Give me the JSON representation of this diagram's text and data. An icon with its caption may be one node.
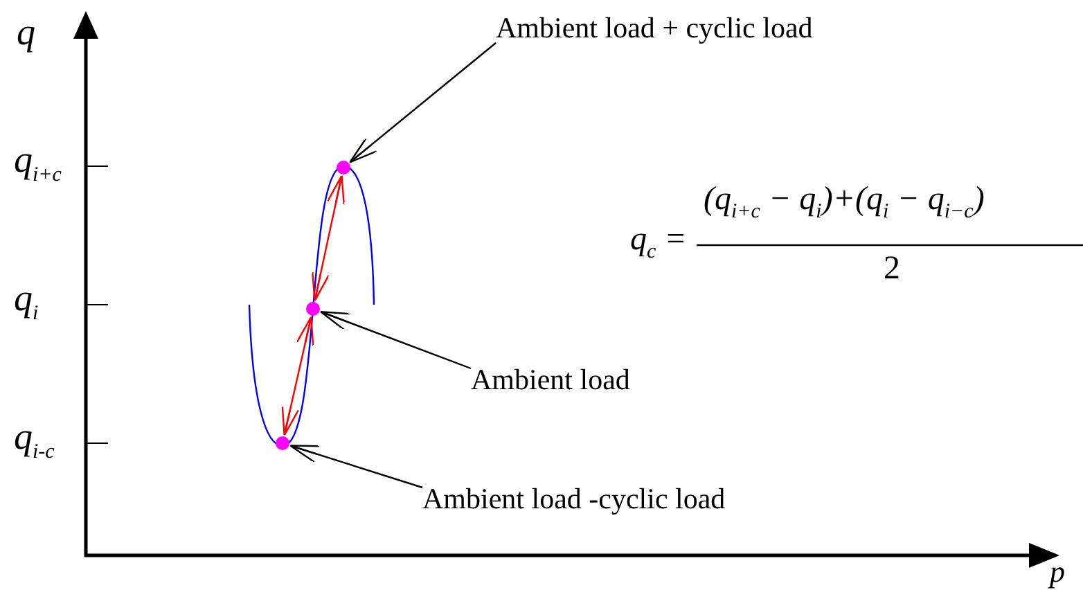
{
  "diagram": {
    "nodes": [
      {
        "text": [
          "Ambient load + cyclic load"
        ]
      },
      {
        "text": [],
        "shape": "circle"
      },
      {
        "text": [],
        "shape": "circle"
      },
      {
        "text": [
          "Ambient load"
        ]
      },
      {
        "text": [],
        "shape": "circle"
      },
      {
        "text": [
          "Ambient load -cyclic load"
        ]
      }
    ],
    "edges": [
      {
        "from": 0,
        "to": 1,
        "arrow": "to"
      },
      {
        "from": 3,
        "to": 2,
        "arrow": "to"
      },
      {
        "from": 5,
        "to": 4,
        "arrow": "to"
      },
      {
        "from": 1,
        "to": 2,
        "arrow": "both",
        "color": "#ff0000"
      },
      {
        "from": 2,
        "to": 4,
        "arrow": "both",
        "color": "#ff0000"
      }
    ],
    "labels": [
      "q",
      "q$_{i+c}$",
      "q$_{c}$ =",
      "(q$_{i+c}$ − q$_{i}$)+(q$_{i}$ − q$_{i−c}$)",
      "2",
      "q$_{i}$",
      "q$_{i-c}$",
      "p"
    ]
  }
}
